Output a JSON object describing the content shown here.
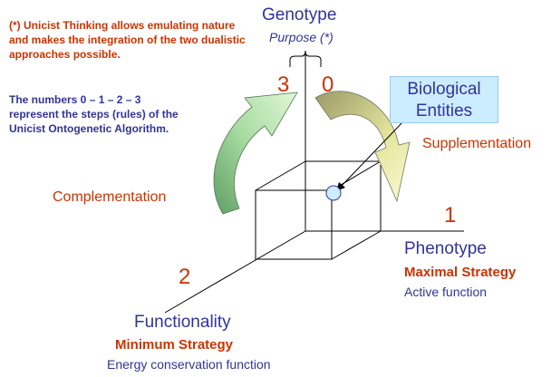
{
  "notes": {
    "unicist_note": "(*) Unicist Thinking allows emulating nature and makes the integration of the two dualistic approaches possible.",
    "steps_note": "The numbers  0 – 1 – 2 – 3 represent the steps (rules) of the Unicist Ontogenetic Algorithm."
  },
  "genotype": {
    "title": "Genotype",
    "subtitle": "Purpose (*)"
  },
  "biological_entities": {
    "line1": "Biological",
    "line2": "Entities"
  },
  "phenotype": {
    "title": "Phenotype",
    "strategy": "Maximal Strategy",
    "function": "Active function"
  },
  "functionality": {
    "title": "Functionality",
    "strategy": "Minimum Strategy",
    "function": "Energy conservation function"
  },
  "labels": {
    "supplementation": "Supplementation",
    "complementation": "Complementation"
  },
  "steps": {
    "s0": "0",
    "s1": "1",
    "s2": "2",
    "s3": "3"
  },
  "colors": {
    "accent_orange": "#cc3300",
    "text_blue": "#333399",
    "box_fill": "#ccecff",
    "arrow_right_fill": "#f2f2a0",
    "arrow_left_fill": "#b9e6b0",
    "node_fill": "#ccecff"
  }
}
